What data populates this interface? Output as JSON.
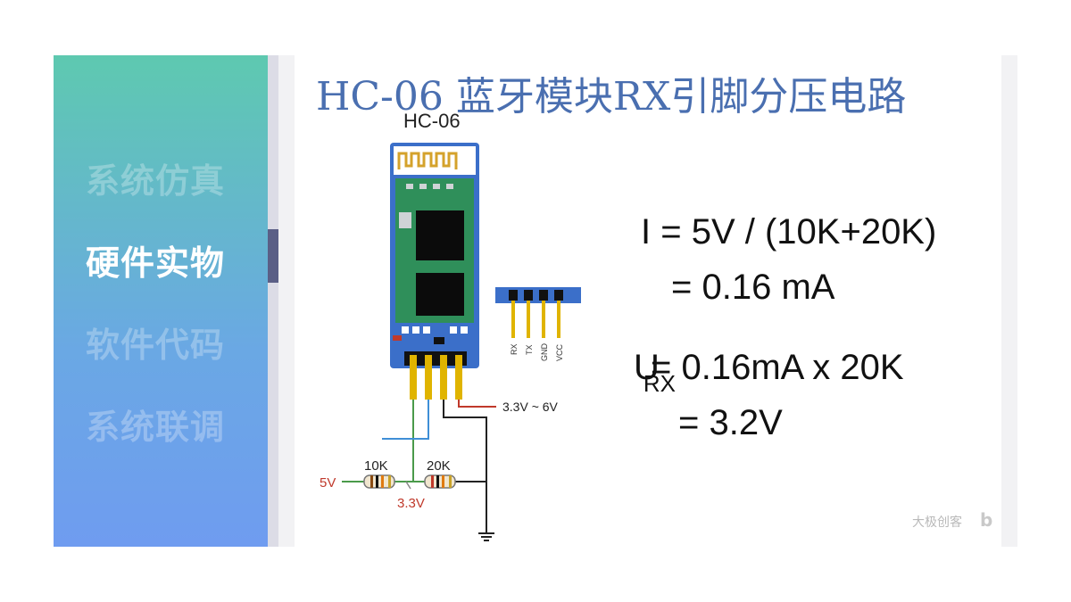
{
  "sidebar": {
    "items": [
      {
        "label": "系统仿真",
        "active": false
      },
      {
        "label": "硬件实物",
        "active": true
      },
      {
        "label": "软件代码",
        "active": false
      },
      {
        "label": "系统联调",
        "active": false
      }
    ]
  },
  "slide": {
    "title": "HC-06 蓝牙模块RX引脚分压电路",
    "module_label": "HC-06",
    "pin_labels": [
      "RX",
      "TX",
      "GND",
      "VCC"
    ],
    "voltage_range_label": "3.3V ~ 6V",
    "input_voltage_label": "5V",
    "divider_voltage_label": "3.3V",
    "resistor1_label": "10K",
    "resistor2_label": "20K",
    "formula": {
      "line1": "I  =  5V / (10K+20K)",
      "line2": "=  0.16 mA",
      "line3_prefix": "U",
      "line3_sub": "RX",
      "line3_rest": "= 0.16mA x 20K",
      "line4": "= 3.2V"
    },
    "watermark": "大极创客"
  },
  "colors": {
    "title": "#4a6fb0",
    "accent_red": "#c0392b",
    "pcb_blue": "#3b6fc9",
    "sidebar_top": "#5ec9b0",
    "sidebar_bottom": "#6f9cf0"
  }
}
